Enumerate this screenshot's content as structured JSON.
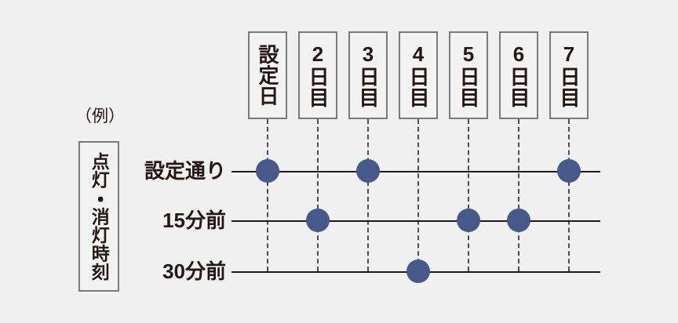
{
  "example_caption": "（例）",
  "vertical_axis": {
    "title": "点灯・消灯時刻"
  },
  "columns": [
    {
      "id": "col-setting-day",
      "label": "設定日"
    },
    {
      "id": "col-day-2",
      "label": "2日目"
    },
    {
      "id": "col-day-3",
      "label": "3日目"
    },
    {
      "id": "col-day-4",
      "label": "4日目"
    },
    {
      "id": "col-day-5",
      "label": "5日目"
    },
    {
      "id": "col-day-6",
      "label": "6日目"
    },
    {
      "id": "col-day-7",
      "label": "7日目"
    }
  ],
  "rows": [
    {
      "id": "row-as-set",
      "label": "設定通り"
    },
    {
      "id": "row-15-min-before",
      "label": "15分前"
    },
    {
      "id": "row-30-min-before",
      "label": "30分前"
    }
  ],
  "colors": {
    "background": "#f0f0f0",
    "dot": "#47598a",
    "line": "#1a1a1a",
    "dash": "#4d4d4d",
    "box_border": "#7a7a7a",
    "box_fill": "#f2f2f2",
    "text": "#231815"
  },
  "chart_data": {
    "type": "scatter",
    "title": "点灯・消灯時刻",
    "xlabel": "",
    "ylabel": "点灯・消灯時刻",
    "grid": true,
    "legend": "none",
    "categories": [
      "設定日",
      "2日目",
      "3日目",
      "4日目",
      "5日目",
      "6日目",
      "7日目"
    ],
    "y_categories": [
      "設定通り",
      "15分前",
      "30分前"
    ],
    "points": [
      {
        "x": "設定日",
        "y": "設定通り"
      },
      {
        "x": "2日目",
        "y": "15分前"
      },
      {
        "x": "3日目",
        "y": "設定通り"
      },
      {
        "x": "4日目",
        "y": "30分前"
      },
      {
        "x": "5日目",
        "y": "15分前"
      },
      {
        "x": "6日目",
        "y": "15分前"
      },
      {
        "x": "7日目",
        "y": "設定通り"
      }
    ],
    "values": [
      0,
      1,
      0,
      2,
      1,
      1,
      0
    ],
    "y_index_meaning": {
      "0": "設定通り",
      "1": "15分前",
      "2": "30分前"
    }
  },
  "geometry": {
    "col_x": [
      341,
      405,
      469,
      533,
      597,
      661,
      725
    ],
    "row_y": [
      218,
      281,
      346
    ],
    "dot_radius": 15
  }
}
